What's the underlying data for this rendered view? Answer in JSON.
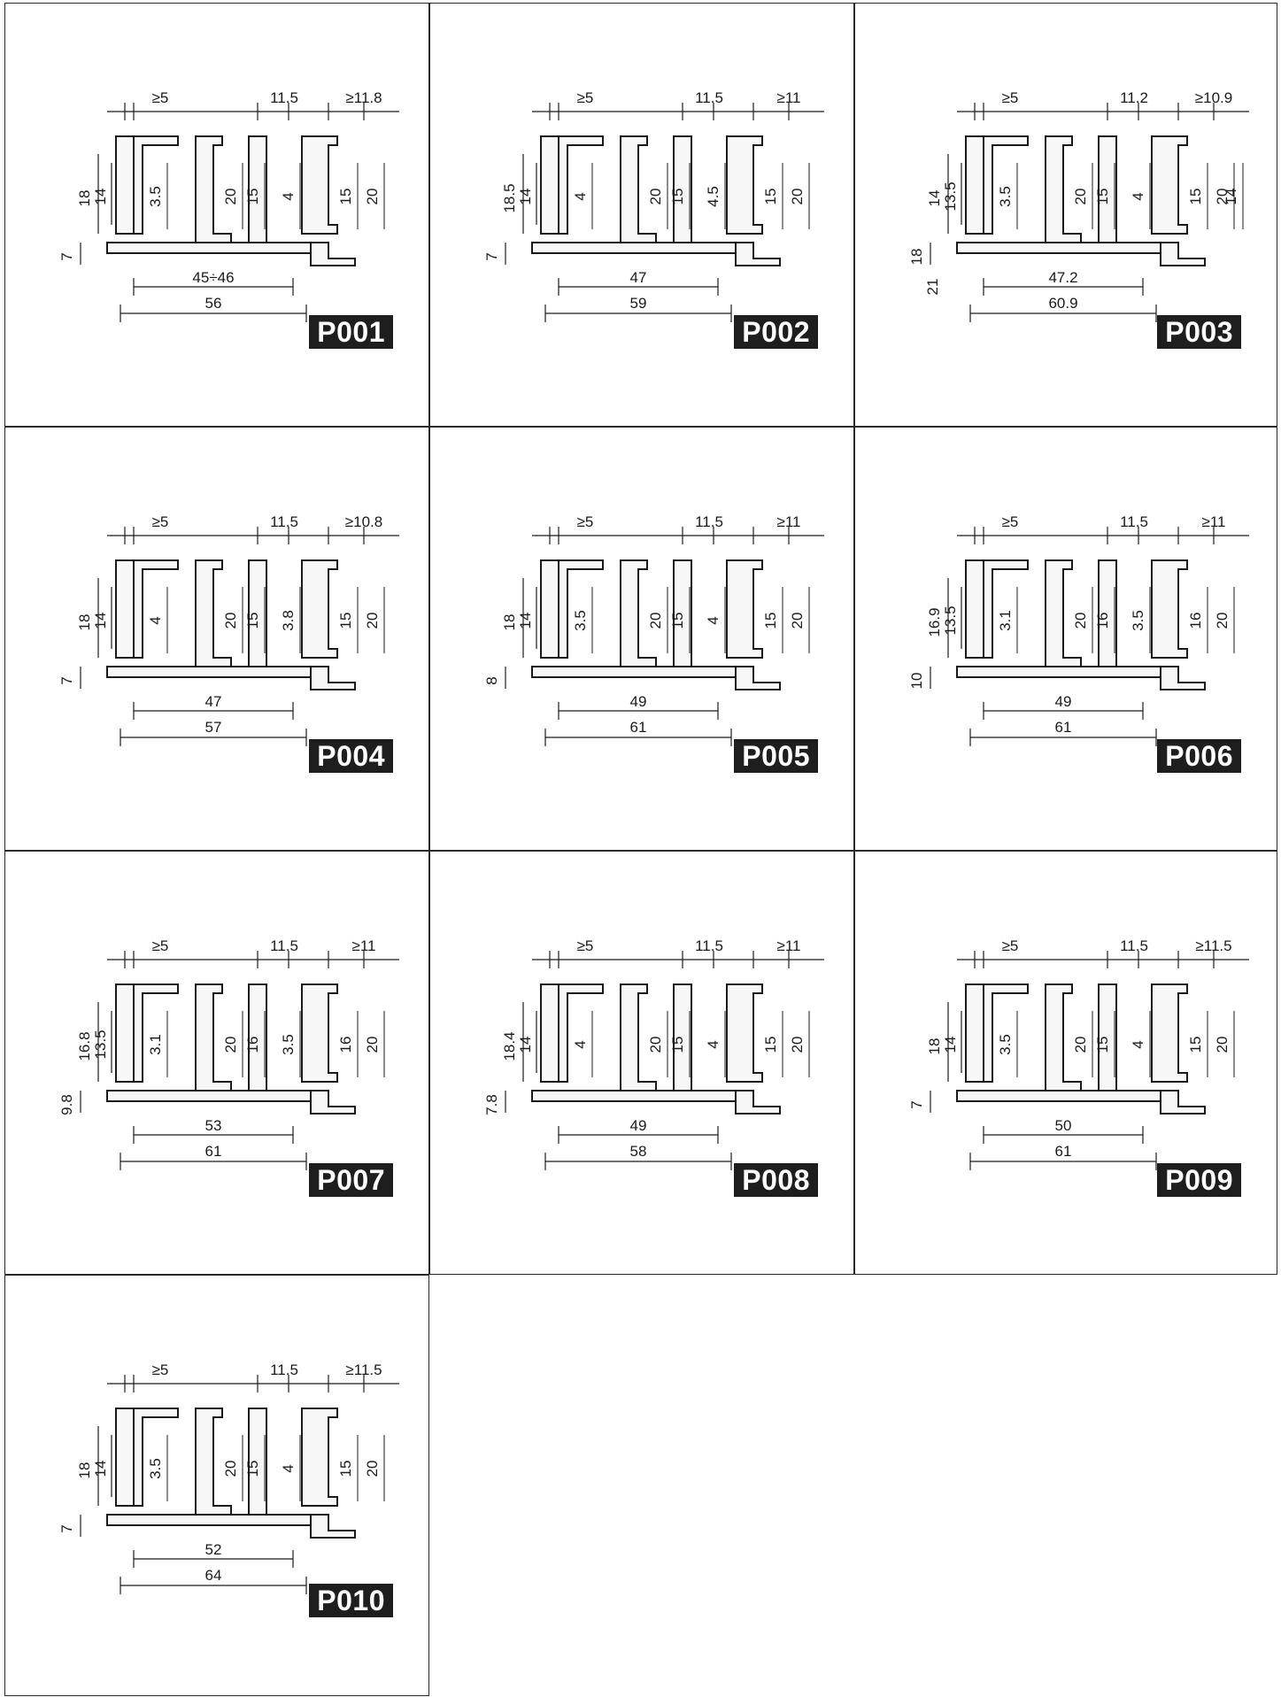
{
  "colors": {
    "border": "#2a2a2a",
    "badge_bg": "#1e1e1e",
    "badge_text": "#ffffff",
    "line": "#1a1a1a",
    "profile_fill": "#f7f7f7"
  },
  "profiles": [
    {
      "code": "P001",
      "top": [
        "≥5",
        "11.5",
        "≥11.8"
      ],
      "left": [
        "7",
        "18",
        "14"
      ],
      "inner": [
        "3.5",
        "20",
        "15",
        "4",
        "15",
        "20"
      ],
      "bottom": [
        "45÷46",
        "56"
      ]
    },
    {
      "code": "P002",
      "top": [
        "≥5",
        "11.5",
        "≥11"
      ],
      "left": [
        "7",
        "18.5",
        "14"
      ],
      "inner": [
        "4",
        "20",
        "15",
        "4.5",
        "15",
        "20"
      ],
      "bottom": [
        "47",
        "59"
      ]
    },
    {
      "code": "P003",
      "top": [
        "≥5",
        "11.2",
        "≥10.9"
      ],
      "left": [
        "18",
        "14",
        "13.5",
        "21"
      ],
      "inner": [
        "3.5",
        "20",
        "15",
        "4",
        "15",
        "20",
        "14"
      ],
      "bottom": [
        "47.2",
        "60.9"
      ]
    },
    {
      "code": "P004",
      "top": [
        "≥5",
        "11.5",
        "≥10.8"
      ],
      "left": [
        "7",
        "18",
        "14"
      ],
      "inner": [
        "4",
        "20",
        "15",
        "3.8",
        "15",
        "20"
      ],
      "bottom": [
        "47",
        "57"
      ]
    },
    {
      "code": "P005",
      "top": [
        "≥5",
        "11.5",
        "≥11"
      ],
      "left": [
        "8",
        "18",
        "14"
      ],
      "inner": [
        "3.5",
        "20",
        "15",
        "4",
        "15",
        "20"
      ],
      "bottom": [
        "49",
        "61"
      ]
    },
    {
      "code": "P006",
      "top": [
        "≥5",
        "11.5",
        "≥11"
      ],
      "left": [
        "10",
        "16.9",
        "13.5"
      ],
      "inner": [
        "3.1",
        "20",
        "16",
        "3.5",
        "16",
        "20"
      ],
      "bottom": [
        "49",
        "61"
      ]
    },
    {
      "code": "P007",
      "top": [
        "≥5",
        "11.5",
        "≥11"
      ],
      "left": [
        "9.8",
        "16.8",
        "13.5"
      ],
      "inner": [
        "3.1",
        "20",
        "16",
        "3.5",
        "16",
        "20"
      ],
      "bottom": [
        "53",
        "61"
      ]
    },
    {
      "code": "P008",
      "top": [
        "≥5",
        "11.5",
        "≥11"
      ],
      "left": [
        "7.8",
        "18.4",
        "14"
      ],
      "inner": [
        "4",
        "20",
        "15",
        "4",
        "15",
        "20"
      ],
      "bottom": [
        "49",
        "58"
      ]
    },
    {
      "code": "P009",
      "top": [
        "≥5",
        "11.5",
        "≥11.5"
      ],
      "left": [
        "7",
        "18",
        "14"
      ],
      "inner": [
        "3.5",
        "20",
        "15",
        "4",
        "15",
        "20"
      ],
      "bottom": [
        "50",
        "61"
      ]
    },
    {
      "code": "P010",
      "top": [
        "≥5",
        "11.5",
        "≥11.5"
      ],
      "left": [
        "7",
        "18",
        "14"
      ],
      "inner": [
        "3.5",
        "20",
        "15",
        "4",
        "15",
        "20"
      ],
      "bottom": [
        "52",
        "64"
      ]
    }
  ]
}
